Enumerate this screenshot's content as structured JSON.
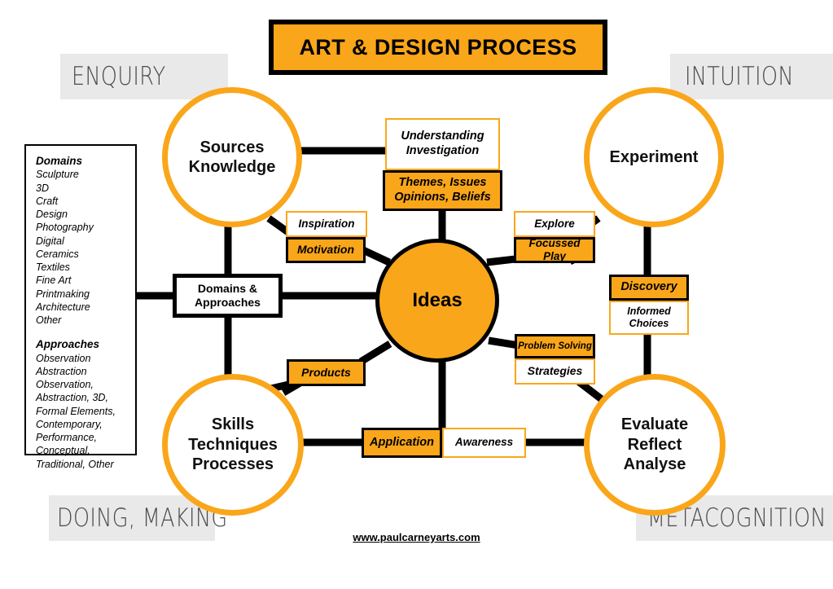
{
  "title": {
    "text": "ART & DESIGN PROCESS"
  },
  "colors": {
    "orange": "#FAA61A",
    "black": "#000000",
    "white": "#FFFFFF",
    "corner_gray_bg": "#E9E9E9",
    "corner_gray_text": "#4A4A4A"
  },
  "corners": {
    "top_left": "ENQUIRY",
    "top_right": "INTUITION",
    "bottom_left": "DOING, MAKING",
    "bottom_right": "METACOGNITION"
  },
  "sidebar": {
    "domains_heading": "Domains",
    "domains": [
      "Sculpture",
      "3D",
      "Craft",
      "Design",
      "Photography",
      "Digital",
      "Ceramics",
      "Textiles",
      "Fine Art",
      "Printmaking",
      "Architecture",
      "Other"
    ],
    "approaches_heading": "Approaches",
    "approaches": [
      "Observation",
      "Abstraction",
      "Observation, Abstraction, 3D, Formal Elements, Contemporary, Performance, Conceptual, Traditional, Other"
    ]
  },
  "hubs": {
    "sources": "Sources\nKnowledge",
    "experiment": "Experiment",
    "skills": "Skills\nTechniques\nProcesses",
    "evaluate": "Evaluate\nReflect\nAnalyse",
    "ideas": "Ideas"
  },
  "nodes": {
    "understanding": "Understanding\nInvestigation",
    "themes": "Themes, Issues\nOpinions, Beliefs",
    "inspiration": "Inspiration",
    "motivation": "Motivation",
    "explore": "Explore",
    "focussed_play": "Focussed Play",
    "discovery": "Discovery",
    "informed_choices": "Informed\nChoices",
    "problem_solving": "Problem Solving",
    "strategies": "Strategies",
    "products": "Products",
    "application": "Application",
    "awareness": "Awareness",
    "domains_approaches": "Domains &\nApproaches"
  },
  "footer": {
    "url": "www.paulcarneyarts.com"
  },
  "chart_data": {
    "type": "diagram",
    "title": "ART & DESIGN PROCESS",
    "center": "Ideas",
    "quadrant_labels": [
      "ENQUIRY",
      "INTUITION",
      "DOING, MAKING",
      "METACOGNITION"
    ],
    "hubs": [
      "Sources Knowledge",
      "Experiment",
      "Skills Techniques Processes",
      "Evaluate Reflect Analyse"
    ],
    "connectors": [
      {
        "from": "Sources Knowledge",
        "to": "Understanding Investigation"
      },
      {
        "from": "Themes, Issues Opinions, Beliefs",
        "to": "Ideas"
      },
      {
        "from": "Sources Knowledge",
        "to": "Inspiration"
      },
      {
        "from": "Motivation",
        "to": "Ideas"
      },
      {
        "from": "Experiment",
        "to": "Explore"
      },
      {
        "from": "Focussed Play",
        "to": "Ideas"
      },
      {
        "from": "Experiment",
        "to": "Discovery"
      },
      {
        "from": "Informed Choices",
        "to": "Evaluate Reflect Analyse"
      },
      {
        "from": "Ideas",
        "to": "Problem Solving"
      },
      {
        "from": "Strategies",
        "to": "Evaluate Reflect Analyse"
      },
      {
        "from": "Ideas",
        "to": "Products"
      },
      {
        "from": "Products",
        "to": "Skills Techniques Processes"
      },
      {
        "from": "Skills Techniques Processes",
        "to": "Application"
      },
      {
        "from": "Ideas",
        "to": "Application"
      },
      {
        "from": "Awareness",
        "to": "Evaluate Reflect Analyse"
      },
      {
        "from": "Sources Knowledge",
        "to": "Domains & Approaches"
      },
      {
        "from": "Domains & Approaches",
        "to": "Ideas"
      },
      {
        "from": "Domains & Approaches",
        "to": "Skills Techniques Processes"
      },
      {
        "from": "Domains list panel",
        "to": "Domains & Approaches"
      }
    ]
  }
}
